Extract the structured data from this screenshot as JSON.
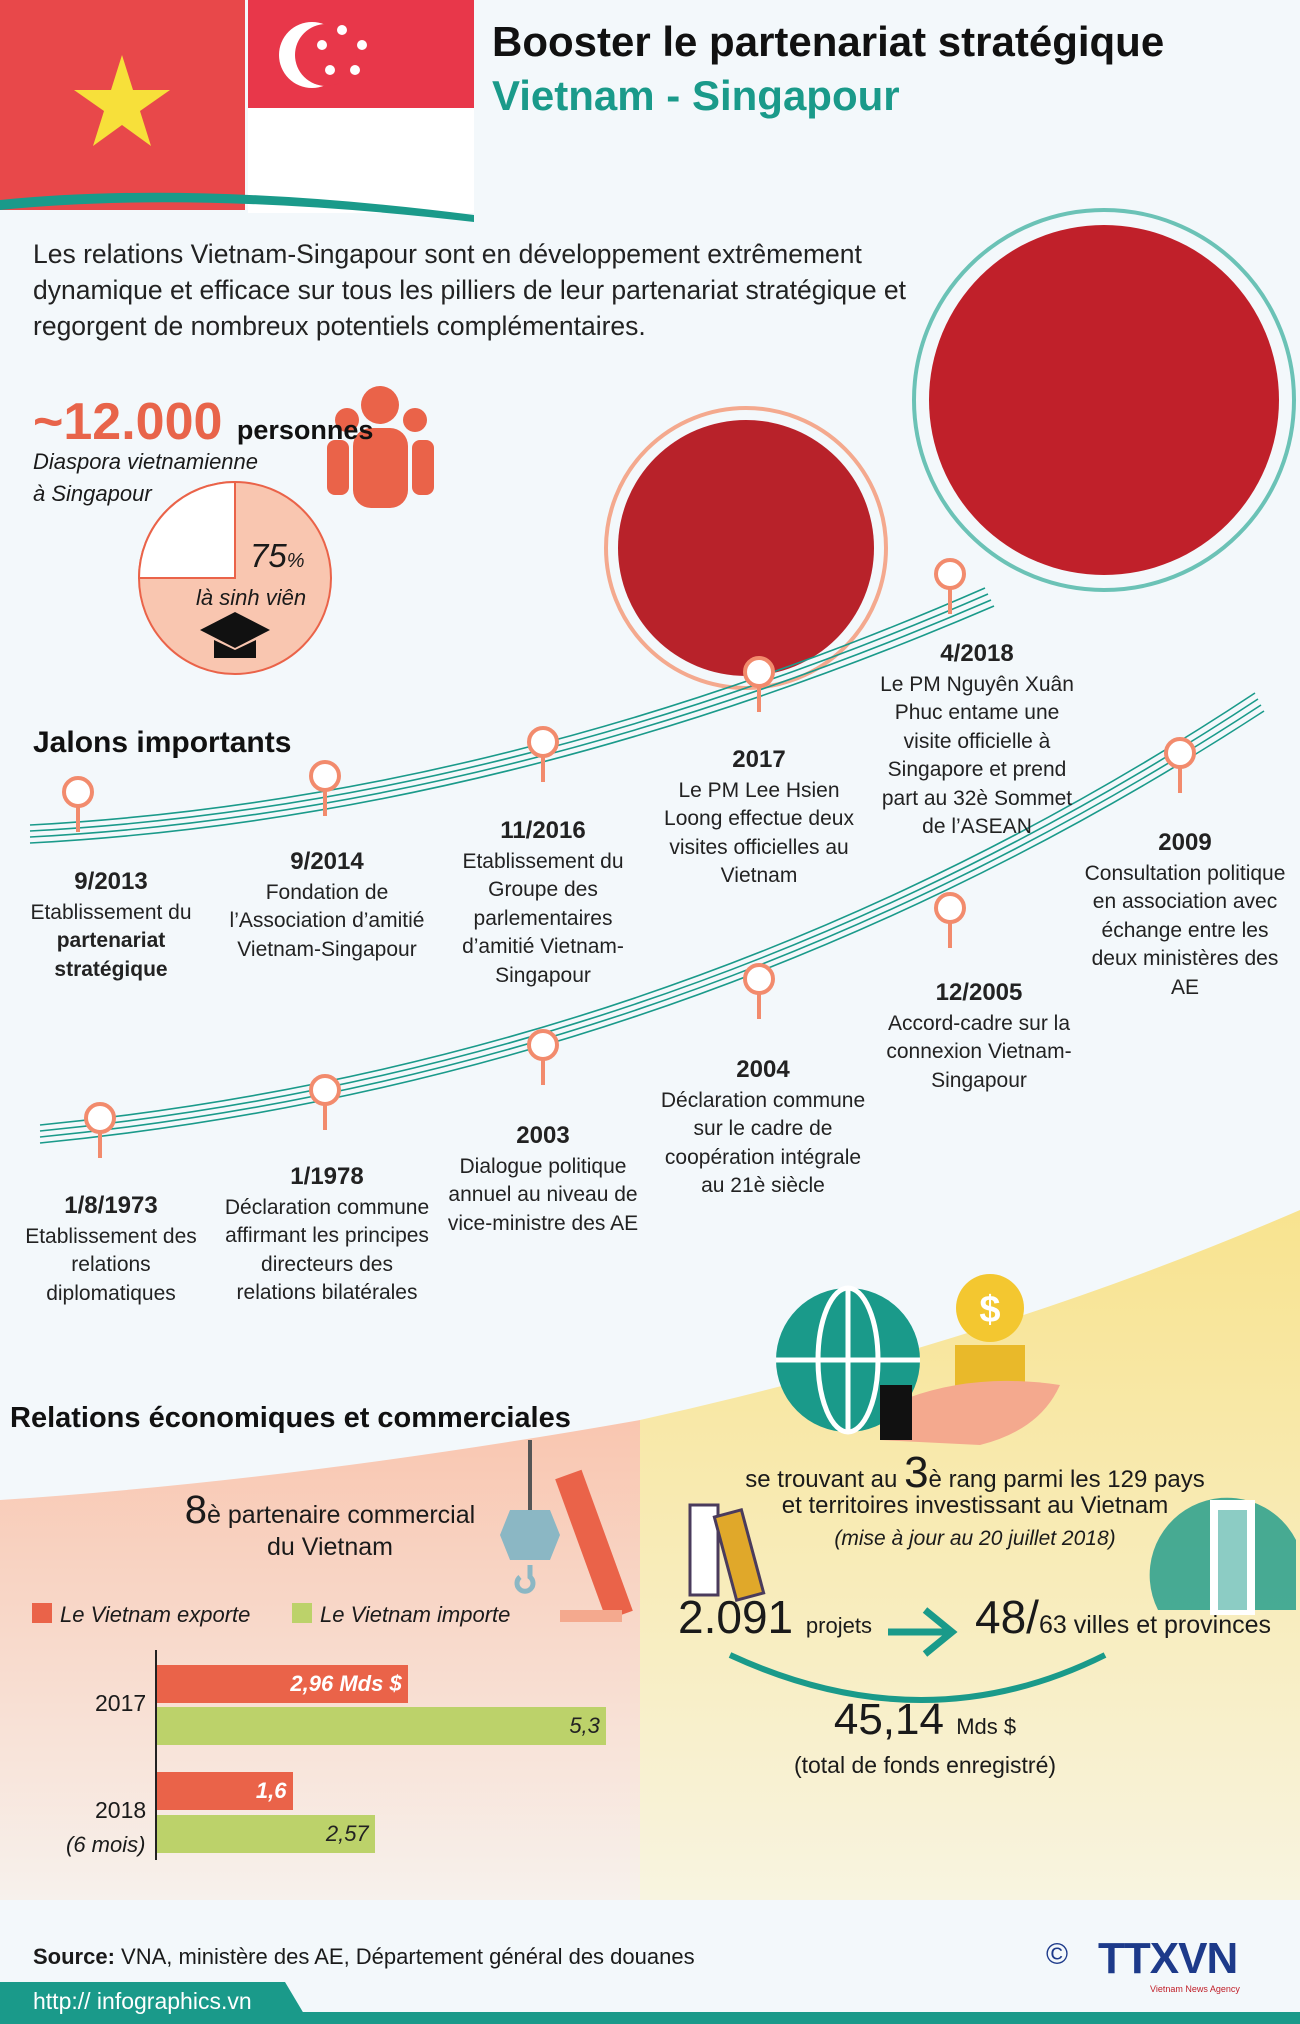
{
  "header": {
    "title": "Booster le partenariat stratégique",
    "subtitle": "Vietnam - Singapour"
  },
  "intro": "Les relations Vietnam-Singapour sont en développement extrêmement dynamique et efficace sur tous les pilliers de leur partenariat stratégique et regorgent de nombreux potentiels complémentaires.",
  "diaspora": {
    "count": "~12.000",
    "unit": "personnes",
    "label_1": "Diaspora vietnamienne",
    "label_2": "à Singapour",
    "percent": "75",
    "percent_sign": "%",
    "percent_label": "là sinh viên",
    "student_share": 0.75
  },
  "milestones": {
    "title": "Jalons importants",
    "items": [
      {
        "date": "9/2013",
        "text": "Etablissement du",
        "strong": "partenariat stratégique"
      },
      {
        "date": "9/2014",
        "text": "Fondation de l’Association d’amitié Vietnam-Singapour"
      },
      {
        "date": "11/2016",
        "text": "Etablissement du Groupe des parlementaires d’amitié Vietnam-Singapour"
      },
      {
        "date": "2017",
        "text": "Le PM Lee Hsien Loong effectue deux visites officielles au Vietnam"
      },
      {
        "date": "4/2018",
        "text": "Le PM Nguyên Xuân Phuc entame une visite officielle à Singapore et prend part au 32è Sommet de l’ASEAN"
      },
      {
        "date": "1/8/1973",
        "text": "Etablissement des relations diplomatiques"
      },
      {
        "date": "1/1978",
        "text": "Déclaration commune affirmant les principes directeurs des relations bilatérales"
      },
      {
        "date": "2003",
        "text": "Dialogue politique annuel au niveau de vice-ministre des AE"
      },
      {
        "date": "2004",
        "text": "Déclaration commune sur le cadre de coopération intégrale au 21è siècle"
      },
      {
        "date": "12/2005",
        "text": "Accord-cadre sur la connexion Vietnam-Singapour"
      },
      {
        "date": "2009",
        "text": "Consultation politique en association avec échange entre les deux ministères des AE"
      }
    ]
  },
  "economy": {
    "title": "Relations économiques et commerciales",
    "partner_rank": "8",
    "partner_text_1": "è partenaire commercial",
    "partner_text_2": "du Vietnam",
    "rank_pre": "se trouvant au",
    "rank": "3",
    "rank_post": "è rang parmi les 129 pays",
    "rank_line2": "et territoires investissant au Vietnam",
    "update": "(mise à jour au 20 juillet 2018)",
    "projects": "2.091",
    "projects_unit": "projets",
    "provinces": "48/",
    "provinces_total": "63 villes et provinces",
    "funds": "45,14",
    "funds_unit": "Mds $",
    "funds_label": "(total de fonds enregistré)"
  },
  "chart_data": {
    "type": "bar",
    "orientation": "horizontal",
    "categories": [
      "2017",
      "2018"
    ],
    "category_notes": [
      "",
      "(6 mois)"
    ],
    "series": [
      {
        "name": "Le Vietnam exporte",
        "values": [
          2.96,
          1.6
        ],
        "labels": [
          "2,96 Mds $",
          "1,6"
        ],
        "color": "#ea6349"
      },
      {
        "name": "Le Vietnam importe",
        "values": [
          5.3,
          2.57
        ],
        "labels": [
          "5,3",
          "2,57"
        ],
        "color": "#bcd26a"
      }
    ],
    "unit": "Mds $",
    "legend": "top"
  },
  "footer": {
    "source_label": "Source:",
    "source": " VNA, ministère des AE, Département général des douanes",
    "url": "http:// infographics.vn",
    "logo": "TTXVN",
    "logo_sub": "Vietnam News Agency"
  },
  "colors": {
    "orange": "#e8644a",
    "teal": "#1a9a8a",
    "green": "#bcd26a"
  }
}
